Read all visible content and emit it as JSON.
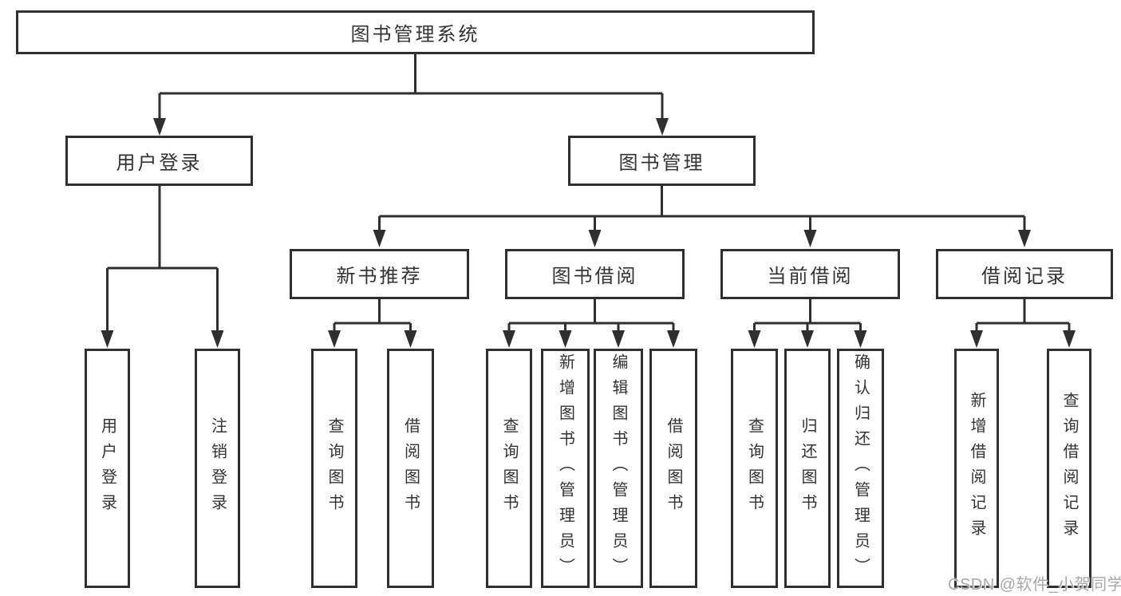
{
  "tree": {
    "label": "图书管理系统",
    "children": [
      {
        "label": "用户登录",
        "children": [
          {
            "label": "用户登录"
          },
          {
            "label": "注销登录"
          }
        ]
      },
      {
        "label": "图书管理",
        "children": [
          {
            "label": "新书推荐",
            "children": [
              {
                "label": "查询图书"
              },
              {
                "label": "借阅图书"
              }
            ]
          },
          {
            "label": "图书借阅",
            "children": [
              {
                "label": "查询图书"
              },
              {
                "label": "新增图书（管理员）"
              },
              {
                "label": "编辑图书（管理员）"
              },
              {
                "label": "借阅图书"
              }
            ]
          },
          {
            "label": "当前借阅",
            "children": [
              {
                "label": "查询图书"
              },
              {
                "label": "归还图书"
              },
              {
                "label": "确认归还（管理员）"
              }
            ]
          },
          {
            "label": "借阅记录",
            "children": [
              {
                "label": "新增借阅记录"
              },
              {
                "label": "查询借阅记录"
              }
            ]
          }
        ]
      }
    ]
  },
  "watermark": {
    "text": "CSDN @软件_小贺同学"
  },
  "colors": {
    "line": "#2f2f2f",
    "text": "#333333",
    "background": "#ffffff",
    "watermark": "#a3a3a3"
  }
}
